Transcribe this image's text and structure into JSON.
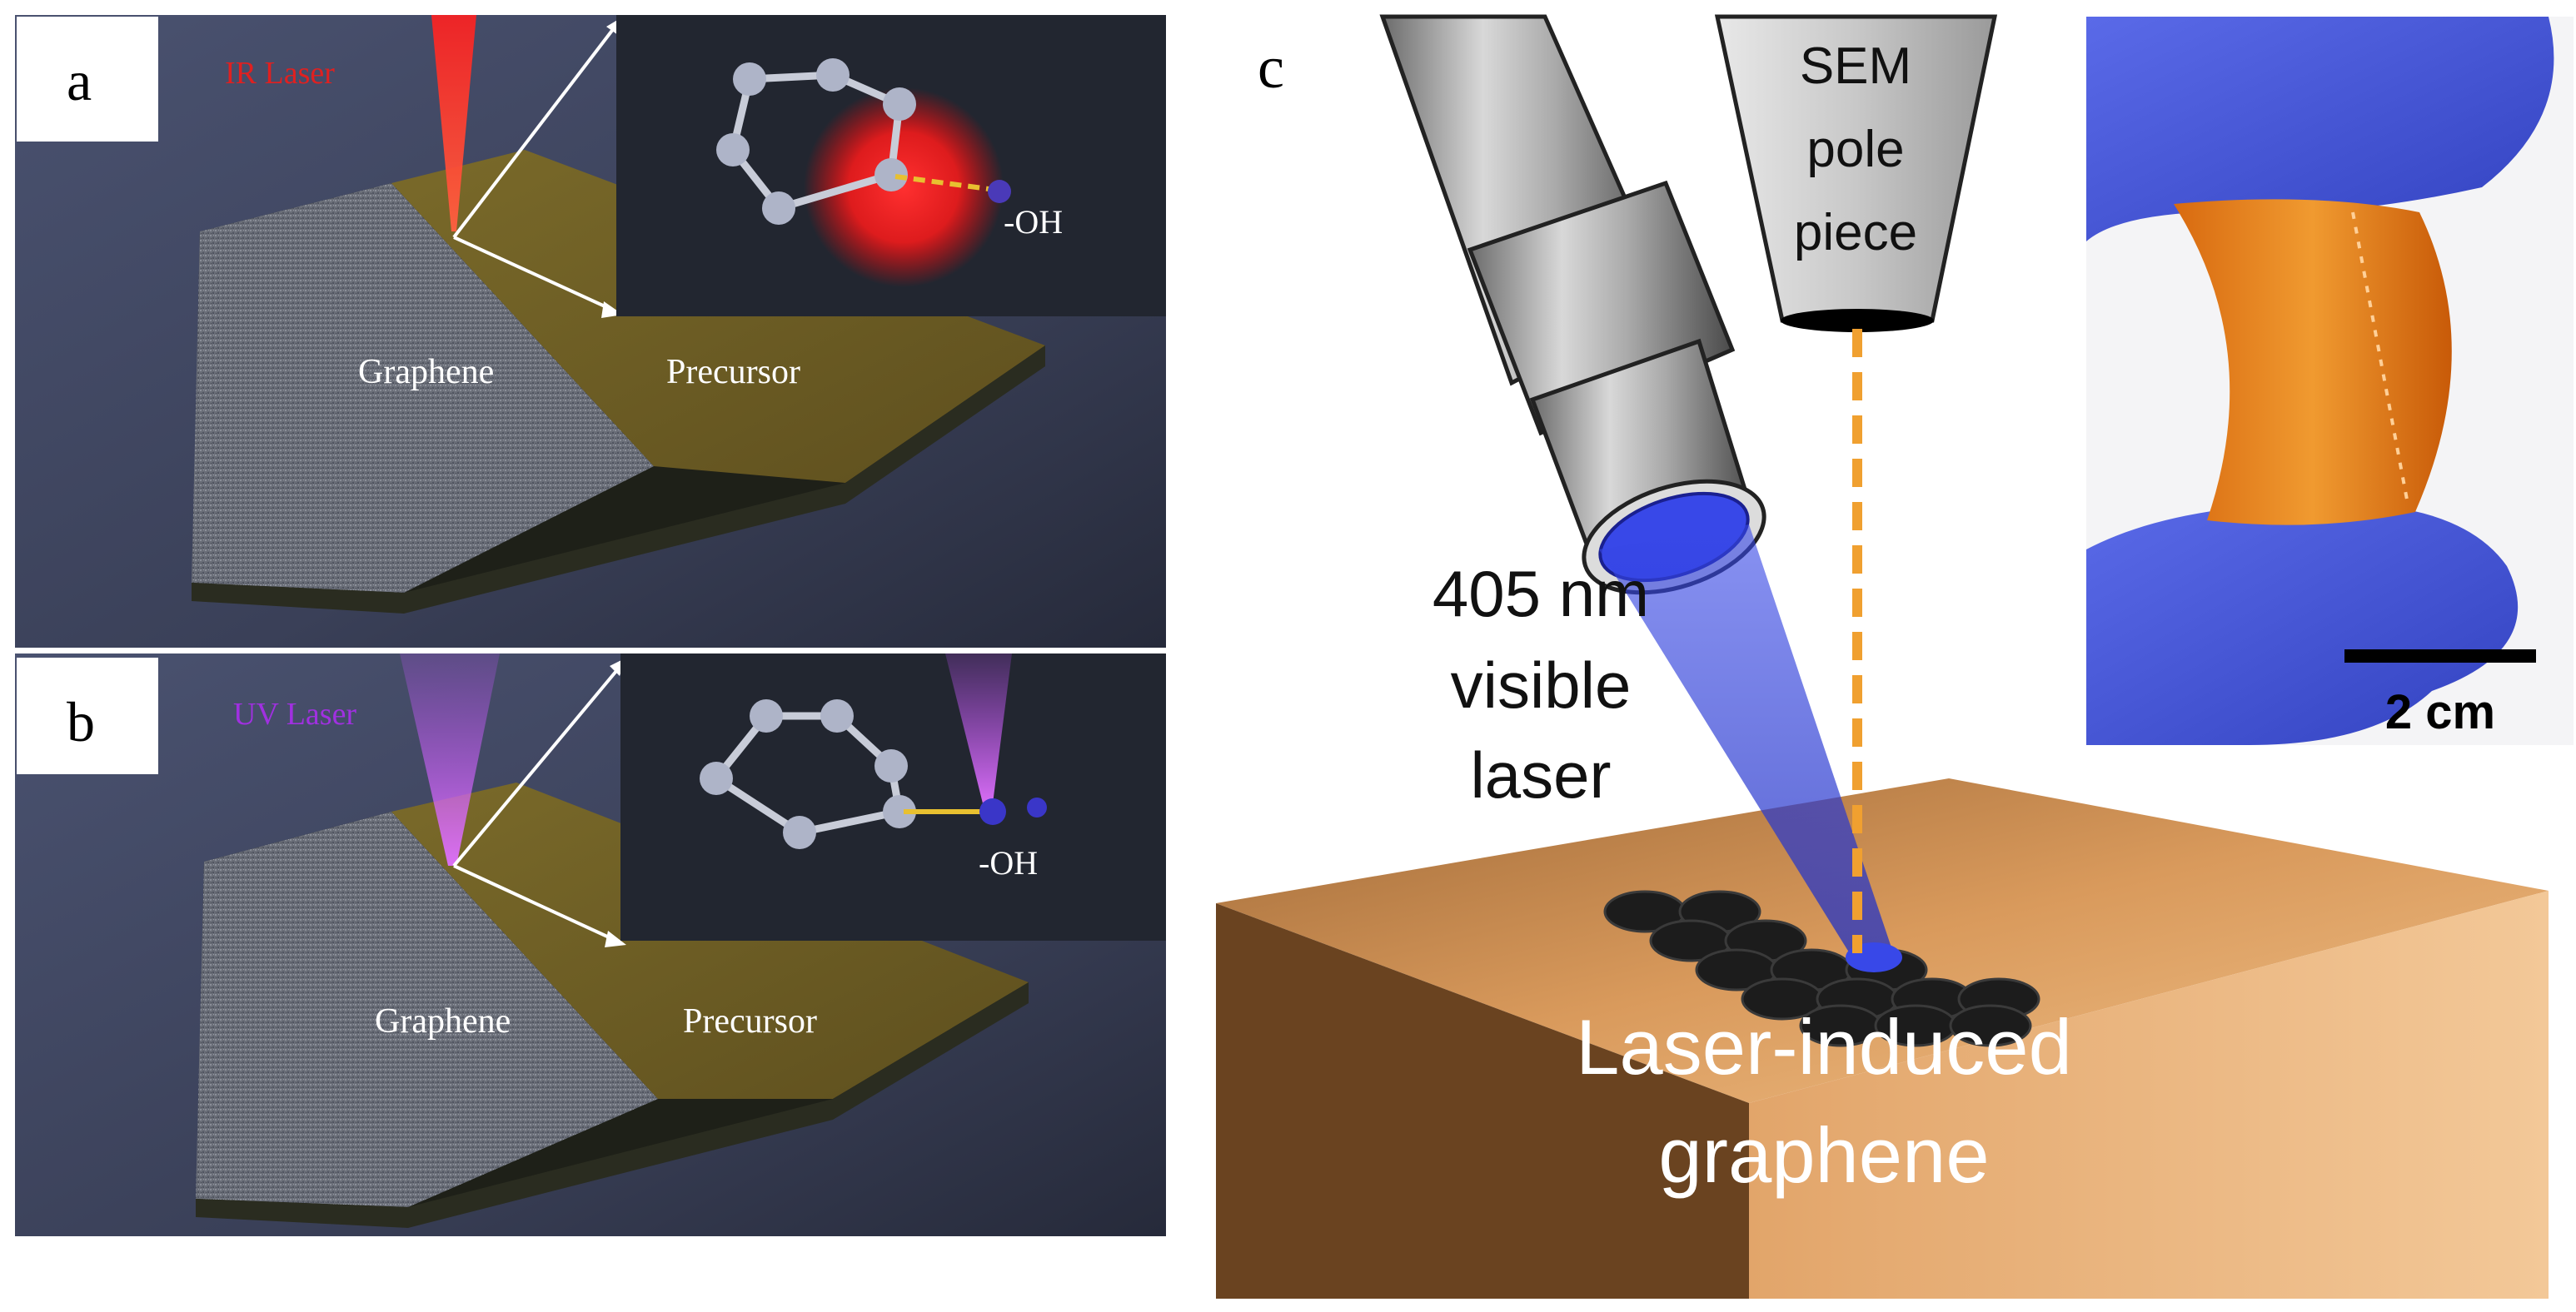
{
  "panels": {
    "a": {
      "letter": "a",
      "laser_label": "IR Laser",
      "left_label": "Graphene",
      "right_label": "Precursor",
      "group_label": "-OH",
      "laser_color": "#ff2a2a"
    },
    "b": {
      "letter": "b",
      "laser_label": "UV Laser",
      "left_label": "Graphene",
      "right_label": "Precursor",
      "group_label": "-OH",
      "laser_color": "#c040ff"
    },
    "c": {
      "letter": "c",
      "sem_label_1": "SEM",
      "sem_label_2": "pole",
      "sem_label_3": "piece",
      "laser_line_1": "405 nm",
      "laser_line_2": "visible",
      "laser_line_3": "laser",
      "lig_line_1": "Laser-induced",
      "lig_line_2": "graphene",
      "scale_label": "2 cm",
      "laser_color": "#3848e8",
      "beam_color": "#f0a030",
      "substrate_color": "#c98a4e"
    }
  }
}
